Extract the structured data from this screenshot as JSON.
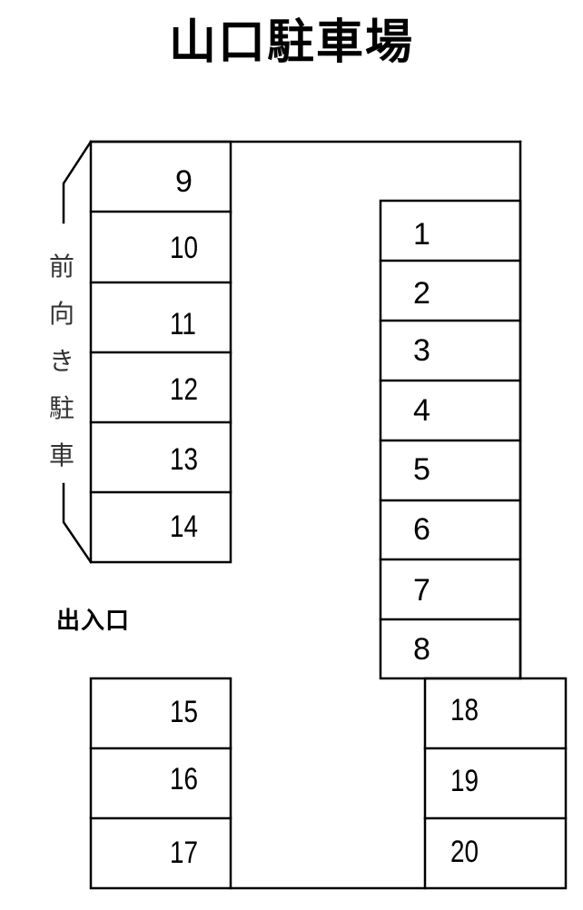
{
  "title": "山口駐車場",
  "side_label": {
    "text": "前向き駐車",
    "chars": [
      "前",
      "向",
      "き",
      "駐",
      "車"
    ]
  },
  "entrance_label": "出入口",
  "spaces": {
    "right_column": [
      "1",
      "2",
      "3",
      "4",
      "5",
      "6",
      "7",
      "8"
    ],
    "left_column": [
      "9",
      "10",
      "11",
      "12",
      "13",
      "14"
    ],
    "bottom_left": [
      "15",
      "16",
      "17"
    ],
    "bottom_right": [
      "18",
      "19",
      "20"
    ]
  },
  "colors": {
    "line": "#000000",
    "background": "#ffffff"
  }
}
